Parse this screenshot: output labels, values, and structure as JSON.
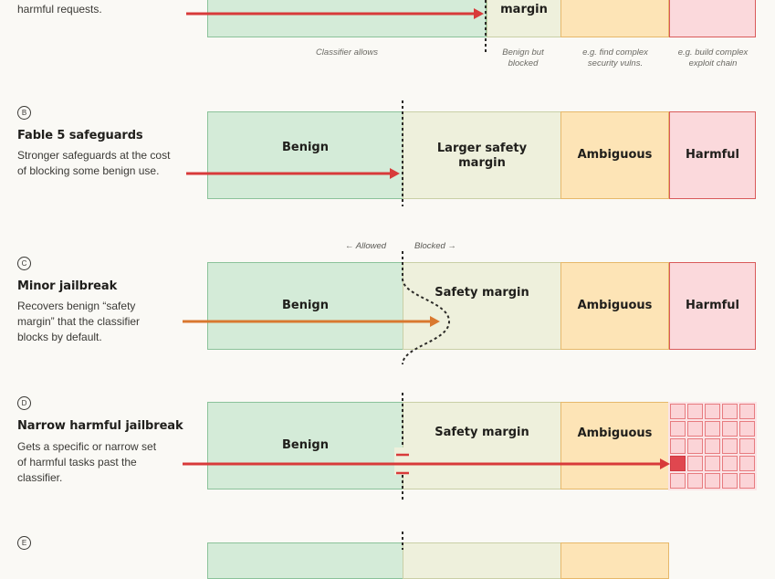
{
  "section_a": {
    "desc_tail": "harmful requests.",
    "seg_margin": "margin",
    "caption_allows": "Classifier allows",
    "caption_benign_blocked": "Benign but blocked",
    "caption_ambig": "e.g. find complex security vulns.",
    "caption_harm": "e.g. build complex exploit chain"
  },
  "section_b": {
    "badge": "B",
    "title": "Fable 5 safeguards",
    "desc": "Stronger safeguards at the cost of blocking some benign use.",
    "seg_benign": "Benign",
    "seg_margin": "Larger safety margin",
    "seg_ambig": "Ambiguous",
    "seg_harm": "Harmful"
  },
  "section_c": {
    "badge": "C",
    "title": "Minor jailbreak",
    "desc": "Recovers benign “safety margin” that the classifier blocks by default.",
    "axis_allowed": "← Allowed",
    "axis_blocked": "Blocked →",
    "seg_benign": "Benign",
    "seg_margin": "Safety margin",
    "seg_ambig": "Ambiguous",
    "seg_harm": "Harmful"
  },
  "section_d": {
    "badge": "D",
    "title": "Narrow harmful jailbreak",
    "desc": "Gets a specific or narrow set of harmful tasks past the classifier.",
    "seg_benign": "Benign",
    "seg_margin": "Safety margin",
    "seg_ambig": "Ambiguous",
    "grid_cells": 25,
    "grid_hit_index": 15
  },
  "section_e": {
    "badge": "E"
  },
  "colors": {
    "arrow_red": "#d83a3a",
    "arrow_orange": "#d9782f",
    "divider": "#2b2a27"
  }
}
